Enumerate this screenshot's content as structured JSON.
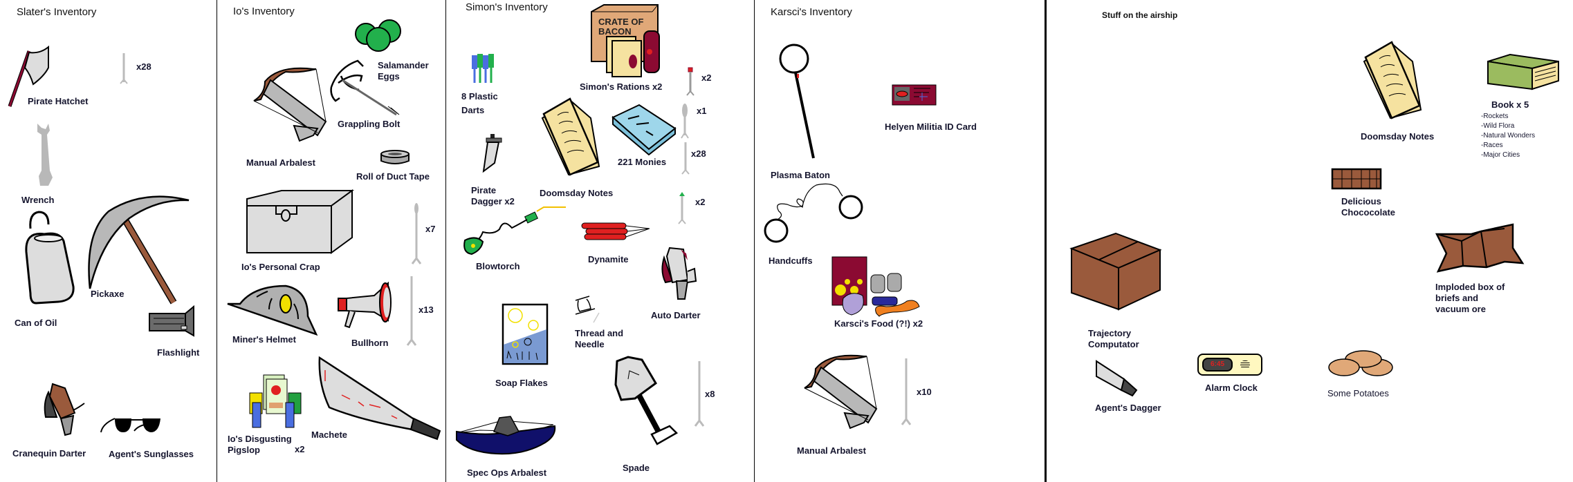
{
  "panels": {
    "slater": {
      "title": "Slater's Inventory",
      "items": {
        "pirate_hatchet": "Pirate Hatchet",
        "arrows_qty": "x28",
        "wrench": "Wrench",
        "can_of_oil": "Can of Oil",
        "pickaxe": "Pickaxe",
        "flashlight": "Flashlight",
        "cranequin_darter": "Cranequin Darter",
        "agents_sunglasses": "Agent's Sunglasses"
      }
    },
    "io": {
      "title": "Io's Inventory",
      "items": {
        "salamander_eggs_1": "Salamander",
        "salamander_eggs_2": "Eggs",
        "manual_arbalest": "Manual Arbalest",
        "grappling_bolt": "Grappling Bolt",
        "duct_tape": "Roll of Duct Tape",
        "personal_crap": "Io's Personal Crap",
        "arrows_qty_1": "x7",
        "miners_helmet": "Miner's Helmet",
        "bullhorn": "Bullhorn",
        "arrows_qty_2": "x13",
        "pigslop_1": "Io's Disgusting",
        "pigslop_2": "Pigslop",
        "pigslop_qty": "x2",
        "machete": "Machete"
      }
    },
    "simon": {
      "title": "Simon's Inventory",
      "items": {
        "rations": "Simon's Rations x2",
        "crate_text_1": "CRATE OF",
        "crate_text_2": "BACON",
        "red_dart_qty": "x2",
        "plastic_darts_1": "8 Plastic",
        "plastic_darts_2": "Darts",
        "doomsday_notes": "Doomsday Notes",
        "monies": "221 Monies",
        "dart_qty_1": "x1",
        "dart_qty_28": "x28",
        "pirate_dagger_1": "Pirate",
        "pirate_dagger_2": "Dagger x2",
        "green_dart_qty": "x2",
        "blowtorch": "Blowtorch",
        "dynamite": "Dynamite",
        "auto_darter": "Auto Darter",
        "soap_flakes": "Soap Flakes",
        "thread_needle_1": "Thread and",
        "thread_needle_2": "Needle",
        "spade": "Spade",
        "dart_qty_8": "x8",
        "spec_ops_arbalest": "Spec Ops Arbalest"
      }
    },
    "karsci": {
      "title": "Karsci's Inventory",
      "items": {
        "plasma_baton": "Plasma Baton",
        "id_card": "Helyen Militia ID Card",
        "handcuffs": "Handcuffs",
        "food": "Karsci's Food (?!) x2",
        "manual_arbalest": "Manual Arbalest",
        "arrows_qty": "x10"
      }
    },
    "airship": {
      "title": "Stuff on the airship",
      "items": {
        "doomsday_notes": "Doomsday Notes",
        "book": "Book x 5",
        "book_list": [
          "-Rockets",
          "-Wild Flora",
          "-Natural Wonders",
          "-Races",
          "-Major Cities"
        ],
        "chocolate_1": "Delicious",
        "chocolate_2": "Chococolate",
        "imploded_box_1": "Imploded box of",
        "imploded_box_2": "briefs and",
        "imploded_box_3": "vacuum ore",
        "trajectory_1": "Trajectory",
        "trajectory_2": "Computator",
        "agents_dagger": "Agent's Dagger",
        "alarm_clock": "Alarm Clock",
        "alarm_time": "6:45",
        "potatoes": "Some Potatoes"
      }
    }
  },
  "colors": {
    "divider": "#000000",
    "label_text": "#15152e",
    "wood_brown": "#9a5a3c",
    "metal_gray": "#b8b8b8",
    "paper_yellow": "#f5e2a0",
    "egg_green": "#22b04c",
    "book_green": "#9bbb5f",
    "card_maroon": "#8b0a32"
  }
}
